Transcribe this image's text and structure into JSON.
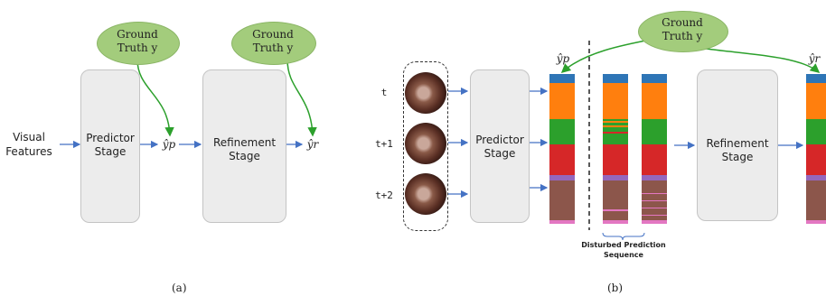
{
  "panel_a": {
    "ground_truth_1": "Ground",
    "ground_truth_1b": "Truth y",
    "ground_truth_2": "Ground",
    "ground_truth_2b": "Truth y",
    "visual_1": "Visual",
    "visual_2": "Features",
    "predictor_1": "Predictor",
    "predictor_2": "Stage",
    "yhat_p": "ŷp",
    "refinement_1": "Refinement",
    "refinement_2": "Stage",
    "yhat_r": "ŷr",
    "caption": "(a)"
  },
  "panel_b": {
    "ground_truth_1": "Ground",
    "ground_truth_1b": "Truth y",
    "time_labels": [
      "t",
      "t+1",
      "t+2"
    ],
    "predictor_1": "Predictor",
    "predictor_2": "Stage",
    "refinement_1": "Refinement",
    "refinement_2": "Stage",
    "yhat_p": "ŷp",
    "yhat_r": "ŷr",
    "disturbed_1": "Disturbed Prediction",
    "disturbed_2": "Sequence",
    "caption": "(b)"
  },
  "colors": {
    "blue": "#2e75b6",
    "orange": "#ff7f0e",
    "green": "#2ca02c",
    "red": "#d62728",
    "purple": "#9467bd",
    "brown": "#8c564b",
    "pink": "#e377c2",
    "arrow": "#4472c4",
    "gt_arrow": "#2ca02c",
    "ellipse": "#a3cc7c"
  }
}
